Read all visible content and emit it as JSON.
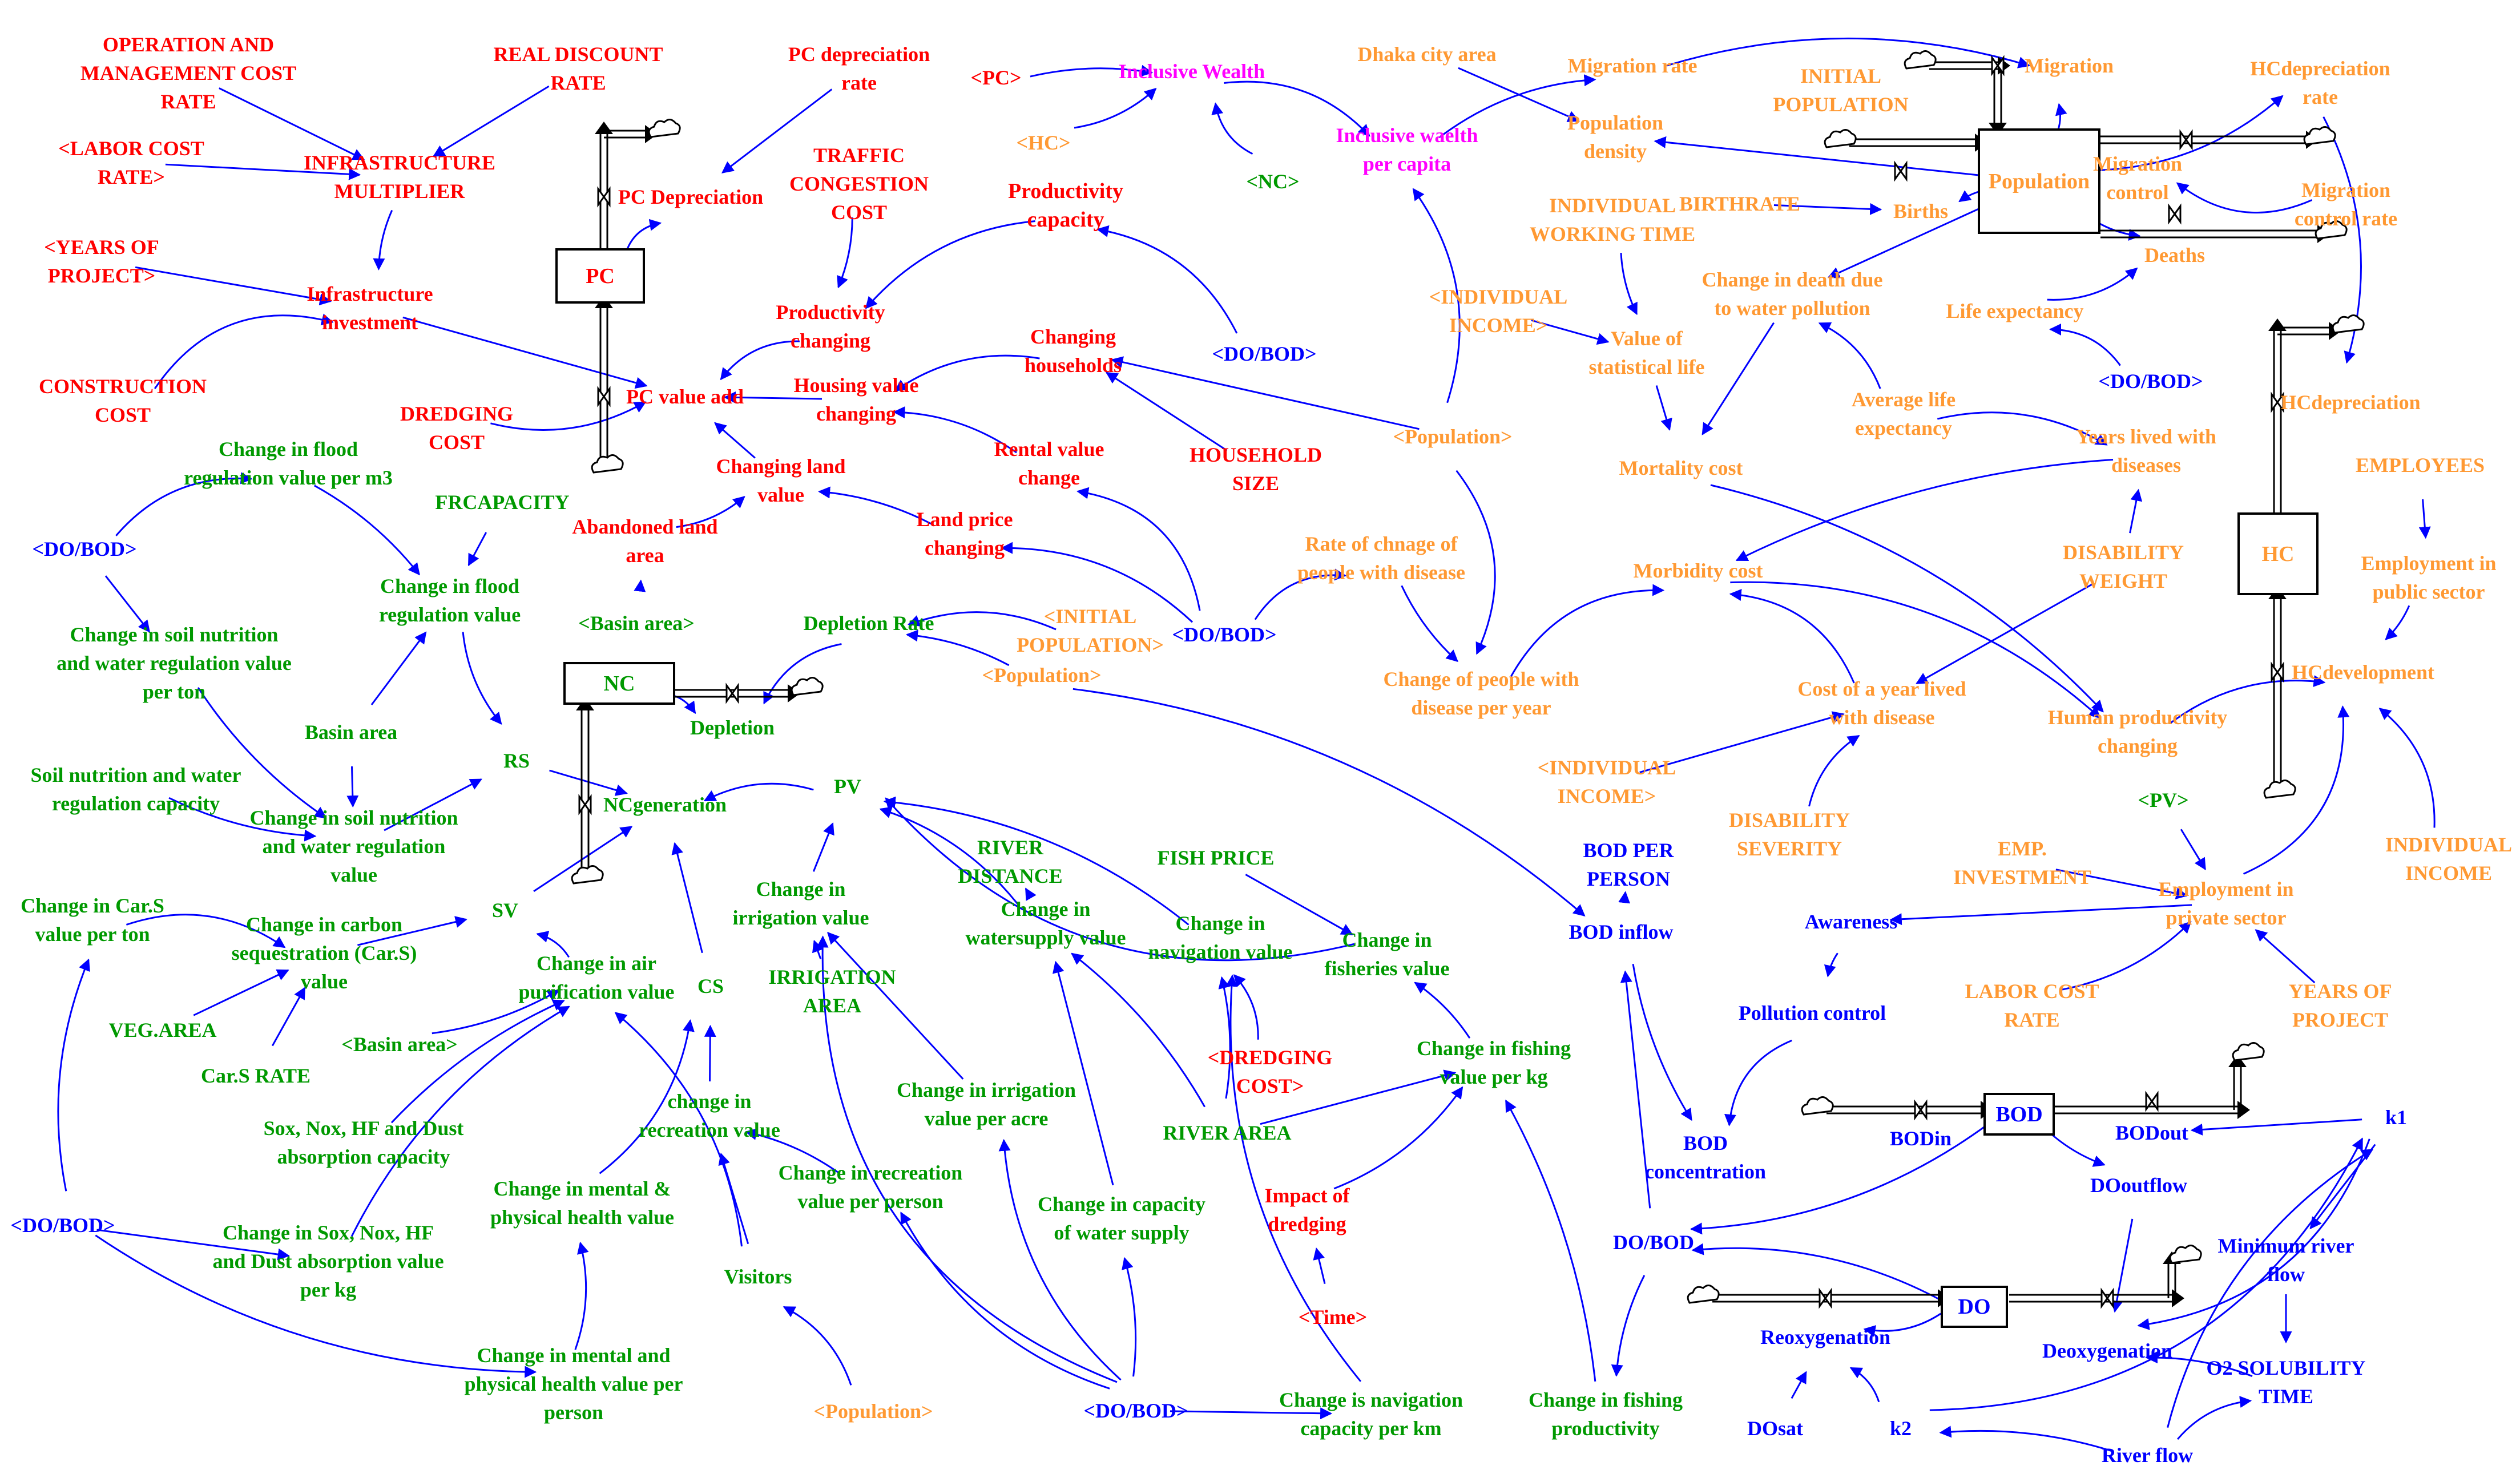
{
  "colors": {
    "infrastructure": "#ff0000",
    "human": "#ff9933",
    "natural": "#009900",
    "water": "#0000ff",
    "wealth": "#ff00ff",
    "stock_border": "#000000",
    "arrow": "#0000ff"
  },
  "stocks": [
    {
      "id": "pc",
      "label": "PC",
      "color": "#ff0000"
    },
    {
      "id": "nc",
      "label": "NC",
      "color": "#009900"
    },
    {
      "id": "population",
      "label": "Population",
      "color": "#ff9933"
    },
    {
      "id": "hc",
      "label": "HC",
      "color": "#ff9933"
    },
    {
      "id": "bod",
      "label": "BOD",
      "color": "#0000ff"
    },
    {
      "id": "do",
      "label": "DO",
      "color": "#0000ff"
    }
  ],
  "nodes": [
    {
      "id": "op_cost",
      "label": "OPERATION AND\nMANAGEMENT COST\nRATE",
      "color": "#ff0000"
    },
    {
      "id": "real_discount",
      "label": "REAL DISCOUNT\nRATE",
      "color": "#ff0000"
    },
    {
      "id": "pc_dep_rate",
      "label": "PC depreciation\nrate",
      "color": "#ff0000"
    },
    {
      "id": "pc_shadow",
      "label": "<PC>",
      "color": "#ff0000"
    },
    {
      "id": "labor_cost",
      "label": "<LABOR COST\nRATE>",
      "color": "#ff0000"
    },
    {
      "id": "infra_mult",
      "label": "INFRASTRUCTURE\nMULTIPLIER",
      "color": "#ff0000"
    },
    {
      "id": "pc_depreciation",
      "label": "PC Depreciation",
      "color": "#ff0000"
    },
    {
      "id": "years_project",
      "label": "<YEARS OF\nPROJECT>",
      "color": "#ff0000"
    },
    {
      "id": "infra_invest",
      "label": "Infrastructure\ninvestment",
      "color": "#ff0000"
    },
    {
      "id": "traffic",
      "label": "TRAFFIC\nCONGESTION\nCOST",
      "color": "#ff0000"
    },
    {
      "id": "prod_capacity",
      "label": "Productivity\ncapacity",
      "color": "#ff0000"
    },
    {
      "id": "hc_shadow",
      "label": "<HC>",
      "color": "#ff9933"
    },
    {
      "id": "inclusive_wealth",
      "label": "Inclusive Wealth",
      "color": "#ff00ff"
    },
    {
      "id": "nc_shadow",
      "label": "<NC>",
      "color": "#009900"
    },
    {
      "id": "iw_per_capita",
      "label": "Inclusive waelth\nper capita",
      "color": "#ff00ff"
    },
    {
      "id": "dhaka",
      "label": "Dhaka city area",
      "color": "#ff9933"
    },
    {
      "id": "migration_rate",
      "label": "Migration rate",
      "color": "#ff9933"
    },
    {
      "id": "pop_density",
      "label": "Population\ndensity",
      "color": "#ff9933"
    },
    {
      "id": "initial_pop",
      "label": "INITIAL\nPOPULATION",
      "color": "#ff9933"
    },
    {
      "id": "migration",
      "label": "Migration",
      "color": "#ff9933"
    },
    {
      "id": "hc_dep_rate",
      "label": "HCdepreciation\nrate",
      "color": "#ff9933"
    },
    {
      "id": "migration_control",
      "label": "Migration\ncontrol",
      "color": "#ff9933"
    },
    {
      "id": "migration_control_rate",
      "label": "Migration\ncontrol rate",
      "color": "#ff9933"
    },
    {
      "id": "birthrate",
      "label": "BIRTHRATE",
      "color": "#ff9933"
    },
    {
      "id": "births",
      "label": "Births",
      "color": "#ff9933"
    },
    {
      "id": "deaths",
      "label": "Deaths",
      "color": "#ff9933"
    },
    {
      "id": "indiv_work_time",
      "label": "INDIVIDUAL\nWORKING TIME",
      "color": "#ff9933"
    },
    {
      "id": "change_death",
      "label": "Change in death due\nto water pollution",
      "color": "#ff9933"
    },
    {
      "id": "life_exp",
      "label": "Life expectancy",
      "color": "#ff9933"
    },
    {
      "id": "indiv_income_s1",
      "label": "<INDIVIDUAL\nINCOME>",
      "color": "#ff9933"
    },
    {
      "id": "vsl",
      "label": "Value of\nstatistical life",
      "color": "#ff9933"
    },
    {
      "id": "dobod_7",
      "label": "<DO/BOD>",
      "color": "#0000ff"
    },
    {
      "id": "avg_life",
      "label": "Average life\nexpectancy",
      "color": "#ff9933"
    },
    {
      "id": "years_disease",
      "label": "Years lived with\ndiseases",
      "color": "#ff9933"
    },
    {
      "id": "hc_depreciation",
      "label": "HCdepreciation",
      "color": "#ff9933"
    },
    {
      "id": "prod_changing",
      "label": "Productivity\nchanging",
      "color": "#ff0000"
    },
    {
      "id": "changing_households",
      "label": "Changing\nhouseholds",
      "color": "#ff0000"
    },
    {
      "id": "dobod_1",
      "label": "<DO/BOD>",
      "color": "#0000ff"
    },
    {
      "id": "housing_value",
      "label": "Housing value\nchanging",
      "color": "#ff0000"
    },
    {
      "id": "pop_shadow_1",
      "label": "<Population>",
      "color": "#ff9933"
    },
    {
      "id": "construction",
      "label": "CONSTRUCTION\nCOST",
      "color": "#ff0000"
    },
    {
      "id": "dredging",
      "label": "DREDGING\nCOST",
      "color": "#ff0000"
    },
    {
      "id": "pc_value_add",
      "label": "PC value add",
      "color": "#ff0000"
    },
    {
      "id": "rental_value",
      "label": "Rental value\nchange",
      "color": "#ff0000"
    },
    {
      "id": "household_size",
      "label": "HOUSEHOLD\nSIZE",
      "color": "#ff0000"
    },
    {
      "id": "mortality",
      "label": "Mortality cost",
      "color": "#ff9933"
    },
    {
      "id": "employees",
      "label": "EMPLOYEES",
      "color": "#ff9933"
    },
    {
      "id": "flood_per_m3",
      "label": "Change in flood\nregulation value per m3",
      "color": "#009900"
    },
    {
      "id": "changing_land",
      "label": "Changing land\nvalue",
      "color": "#ff0000"
    },
    {
      "id": "disability_weight",
      "label": "DISABILITY\nWEIGHT",
      "color": "#ff9933"
    },
    {
      "id": "frcapacity",
      "label": "FRCAPACITY",
      "color": "#009900"
    },
    {
      "id": "abandoned",
      "label": "Abandoned land\narea",
      "color": "#ff0000"
    },
    {
      "id": "land_price",
      "label": "Land price\nchanging",
      "color": "#ff0000"
    },
    {
      "id": "rate_disease",
      "label": "Rate of chnage of\npeople with disease",
      "color": "#ff9933"
    },
    {
      "id": "morbidity",
      "label": "Morbidity cost",
      "color": "#ff9933"
    },
    {
      "id": "employment_public",
      "label": "Employment in\npublic sector",
      "color": "#ff9933"
    },
    {
      "id": "dobod_2",
      "label": "<DO/BOD>",
      "color": "#0000ff"
    },
    {
      "id": "change_flood",
      "label": "Change in flood\nregulation value",
      "color": "#009900"
    },
    {
      "id": "initial_pop_s",
      "label": "<INITIAL\nPOPULATION>",
      "color": "#ff9933"
    },
    {
      "id": "basin_area_s1",
      "label": "<Basin area>",
      "color": "#009900"
    },
    {
      "id": "depletion_rate",
      "label": "Depletion Rate",
      "color": "#009900"
    },
    {
      "id": "dobod_3",
      "label": "<DO/BOD>",
      "color": "#0000ff"
    },
    {
      "id": "soil_per_ton",
      "label": "Change in soil nutrition\nand water regulation value\nper ton",
      "color": "#009900"
    },
    {
      "id": "pop_shadow_2",
      "label": "<Population>",
      "color": "#ff9933"
    },
    {
      "id": "depletion",
      "label": "Depletion",
      "color": "#009900"
    },
    {
      "id": "change_disease",
      "label": "Change of people with\ndisease per year",
      "color": "#ff9933"
    },
    {
      "id": "cost_year_disease",
      "label": "Cost of a year lived\nwith disease",
      "color": "#ff9933"
    },
    {
      "id": "hc_development",
      "label": "HCdevelopment",
      "color": "#ff9933"
    },
    {
      "id": "human_prod",
      "label": "Human productivity\nchanging",
      "color": "#ff9933"
    },
    {
      "id": "basin_area",
      "label": "Basin area",
      "color": "#009900"
    },
    {
      "id": "rs",
      "label": "RS",
      "color": "#009900"
    },
    {
      "id": "soil_capacity",
      "label": "Soil nutrition and water\nregulation capacity",
      "color": "#009900"
    },
    {
      "id": "nc_generation",
      "label": "NCgeneration",
      "color": "#009900"
    },
    {
      "id": "pv",
      "label": "PV",
      "color": "#009900"
    },
    {
      "id": "indiv_income_s2",
      "label": "<INDIVIDUAL\nINCOME>",
      "color": "#ff9933"
    },
    {
      "id": "pv_shadow",
      "label": "<PV>",
      "color": "#009900"
    },
    {
      "id": "change_soil",
      "label": "Change in soil nutrition\nand water regulation\nvalue",
      "color": "#009900"
    },
    {
      "id": "disability_severity",
      "label": "DISABILITY\nSEVERITY",
      "color": "#ff9933"
    },
    {
      "id": "river_distance",
      "label": "RIVER\nDISTANCE",
      "color": "#009900"
    },
    {
      "id": "fish_price",
      "label": "FISH PRICE",
      "color": "#009900"
    },
    {
      "id": "bod_per_person",
      "label": "BOD PER\nPERSON",
      "color": "#0000ff"
    },
    {
      "id": "emp_investment",
      "label": "EMP.\nINVESTMENT",
      "color": "#ff9933"
    },
    {
      "id": "individual_income",
      "label": "INDIVIDUAL\nINCOME",
      "color": "#ff9933"
    },
    {
      "id": "change_irrigation",
      "label": "Change in\nirrigation value",
      "color": "#009900"
    },
    {
      "id": "change_watersupply",
      "label": "Change in\nwatersupply value",
      "color": "#009900"
    },
    {
      "id": "employment_private",
      "label": "Employment in\nprivate sector",
      "color": "#ff9933"
    },
    {
      "id": "carS_per_ton",
      "label": "Change in Car.S\nvalue per ton",
      "color": "#009900"
    },
    {
      "id": "sv",
      "label": "SV",
      "color": "#009900"
    },
    {
      "id": "change_carbon",
      "label": "Change in carbon\nsequestration (Car.S)\nvalue",
      "color": "#009900"
    },
    {
      "id": "change_navigation",
      "label": "Change in\nnavigation value",
      "color": "#009900"
    },
    {
      "id": "bod_inflow",
      "label": "BOD inflow",
      "color": "#0000ff"
    },
    {
      "id": "awareness",
      "label": "Awareness",
      "color": "#0000ff"
    },
    {
      "id": "change_fisheries",
      "label": "Change in\nfisheries value",
      "color": "#009900"
    },
    {
      "id": "change_air",
      "label": "Change in air\npurification value",
      "color": "#009900"
    },
    {
      "id": "cs",
      "label": "CS",
      "color": "#009900"
    },
    {
      "id": "irrigation_area",
      "label": "IRRIGATION\nAREA",
      "color": "#009900"
    },
    {
      "id": "labor_cost_rate",
      "label": "LABOR COST\nRATE",
      "color": "#ff9933"
    },
    {
      "id": "years_of_project",
      "label": "YEARS OF\nPROJECT",
      "color": "#ff9933"
    },
    {
      "id": "veg_area",
      "label": "VEG.AREA",
      "color": "#009900"
    },
    {
      "id": "basin_area_s2",
      "label": "<Basin area>",
      "color": "#009900"
    },
    {
      "id": "pollution_control",
      "label": "Pollution control",
      "color": "#0000ff"
    },
    {
      "id": "cars_rate",
      "label": "Car.S RATE",
      "color": "#009900"
    },
    {
      "id": "dredging_cost_s",
      "label": "<DREDGING\nCOST>",
      "color": "#ff0000"
    },
    {
      "id": "fishing_per_kg",
      "label": "Change in fishing\nvalue per kg",
      "color": "#009900"
    },
    {
      "id": "irrigation_per_acre",
      "label": "Change in irrigation\nvalue per acre",
      "color": "#009900"
    },
    {
      "id": "recreation",
      "label": "change in\nrecreation value",
      "color": "#009900"
    },
    {
      "id": "river_area",
      "label": "RIVER AREA",
      "color": "#009900"
    },
    {
      "id": "sox_capacity",
      "label": "Sox, Nox, HF and Dust\nabsorption capacity",
      "color": "#009900"
    },
    {
      "id": "bod_concentration",
      "label": "BOD\nconcentration",
      "color": "#0000ff"
    },
    {
      "id": "bodin",
      "label": "BODin",
      "color": "#0000ff"
    },
    {
      "id": "bodout",
      "label": "BODout",
      "color": "#0000ff"
    },
    {
      "id": "k1",
      "label": "k1",
      "color": "#0000ff"
    },
    {
      "id": "recreation_per_person",
      "label": "Change in recreation\nvalue per person",
      "color": "#009900"
    },
    {
      "id": "mental_health",
      "label": "Change in mental &\nphysical health value",
      "color": "#009900"
    },
    {
      "id": "impact_dredging",
      "label": "Impact of\ndredging",
      "color": "#ff0000"
    },
    {
      "id": "capacity_water",
      "label": "Change in capacity\nof water supply",
      "color": "#009900"
    },
    {
      "id": "dooutflow",
      "label": "DOoutflow",
      "color": "#0000ff"
    },
    {
      "id": "dobod_4",
      "label": "<DO/BOD>",
      "color": "#0000ff"
    },
    {
      "id": "dobod_main",
      "label": "DO/BOD",
      "color": "#0000ff"
    },
    {
      "id": "sox_per_kg",
      "label": "Change in Sox, Nox, HF\nand Dust absorption value\nper kg",
      "color": "#009900"
    },
    {
      "id": "min_river_flow",
      "label": "Minimum river\nflow",
      "color": "#0000ff"
    },
    {
      "id": "visitors",
      "label": "Visitors",
      "color": "#009900"
    },
    {
      "id": "time_shadow",
      "label": "<Time>",
      "color": "#ff0000"
    },
    {
      "id": "reoxygenation",
      "label": "Reoxygenation",
      "color": "#0000ff"
    },
    {
      "id": "deoxygenation",
      "label": "Deoxygenation",
      "color": "#0000ff"
    },
    {
      "id": "mental_per_person",
      "label": "Change in mental and\nphysical health value per\nperson",
      "color": "#009900"
    },
    {
      "id": "o2_solubility",
      "label": "O2 SOLUBILITY\nTIME",
      "color": "#0000ff"
    },
    {
      "id": "nav_capacity",
      "label": "Change is navigation\ncapacity per km",
      "color": "#009900"
    },
    {
      "id": "fishing_productivity",
      "label": "Change in fishing\nproductivity",
      "color": "#009900"
    },
    {
      "id": "pop_shadow_3",
      "label": "<Population>",
      "color": "#ff9933"
    },
    {
      "id": "dobod_5",
      "label": "<DO/BOD>",
      "color": "#0000ff"
    },
    {
      "id": "dosat",
      "label": "DOsat",
      "color": "#0000ff"
    },
    {
      "id": "k2",
      "label": "k2",
      "color": "#0000ff"
    },
    {
      "id": "river_flow",
      "label": "River flow",
      "color": "#0000ff"
    }
  ]
}
